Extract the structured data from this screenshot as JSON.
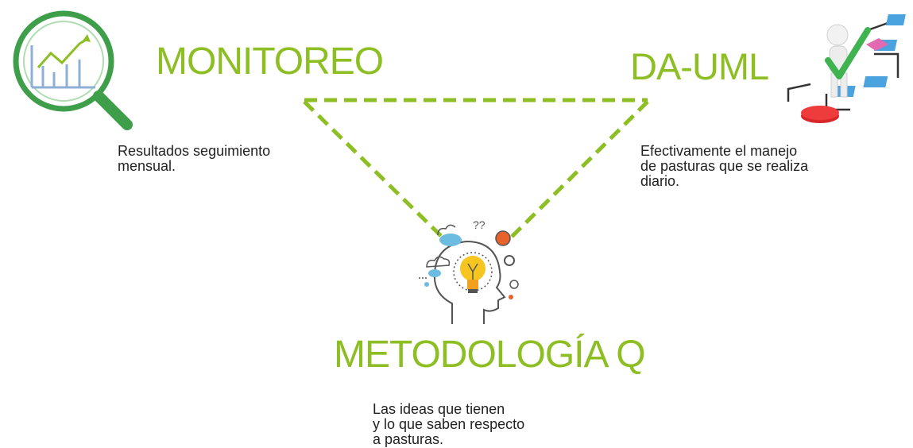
{
  "nodes": {
    "monitoreo": {
      "title": "MONITOREO",
      "description": [
        "Resultados seguimiento",
        "mensual."
      ],
      "icon": "magnifier-chart-icon"
    },
    "da_uml": {
      "title": "DA-UML",
      "description": [
        "Efectivamente el manejo",
        "de pasturas que se realiza",
        "diario."
      ],
      "icon": "flowchart-person-icon"
    },
    "metodologia_q": {
      "title": "METODOLOGÍA Q",
      "description": [
        "Las ideas que tienen",
        "y lo que saben respecto",
        "a pasturas."
      ],
      "icon": "idea-head-icon"
    }
  },
  "colors": {
    "accent": "#8dbf24",
    "text": "#222222"
  }
}
